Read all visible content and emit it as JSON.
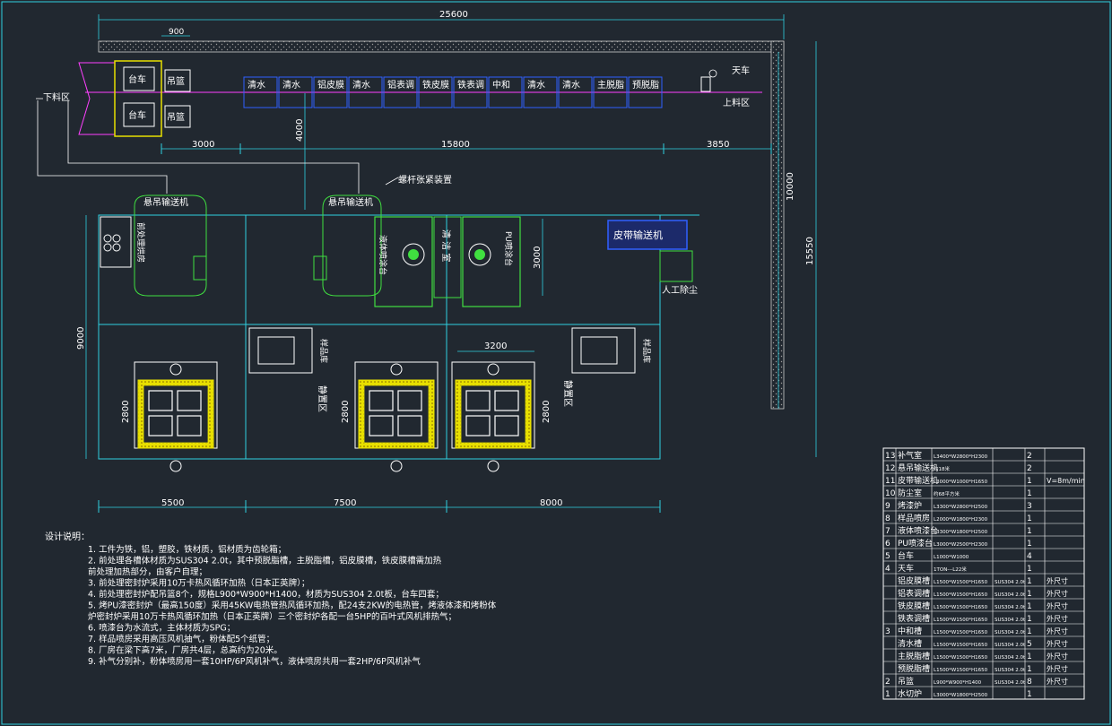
{
  "colors": {
    "background": "#212830",
    "line_cyan": "#30d0e0",
    "line_white": "#ffffff",
    "line_green": "#40e040",
    "line_yellow": "#e8e000",
    "line_magenta": "#ff40ff",
    "line_blue": "#3060ff",
    "hatch_gray": "#888888"
  },
  "dims": {
    "overall_width": "25600",
    "lift_900": "900",
    "d3000": "3000",
    "d15800": "15800",
    "d3850": "3850",
    "d4000": "4000",
    "d10000": "10000",
    "d15550": "15550",
    "d9000": "9000",
    "d3000_v": "3000",
    "d3200": "3200",
    "d2800_a": "2800",
    "d2800_b": "2800",
    "d2800_c": "2800",
    "d5500": "5500",
    "d7500": "7500",
    "d8000": "8000"
  },
  "labels": {
    "lower_area": "下料区",
    "upper_area": "上料区",
    "crane": "天车",
    "cart_top": "台车",
    "cart_bottom": "台车",
    "basket_top": "吊篮",
    "basket_bottom": "吊篮",
    "tank_labels": [
      "清水",
      "清水",
      "铝皮膜",
      "清水",
      "铝表调",
      "铁皮膜",
      "铁表调",
      "中和",
      "清水",
      "清水",
      "主脱脂",
      "预脱脂"
    ],
    "conveyor_left": "悬吊输送机",
    "conveyor_mid": "悬吊输送机",
    "screw_device": "螺杆张紧装置",
    "belt_conveyor": "皮带输送机",
    "manual_dust": "人工除尘",
    "left_oven_label": "前处理烘房",
    "liquid_booth": "液体喷涂台",
    "clean_room": "清 洁 室",
    "powder_booth": "PU喷涂台",
    "static_zone_1": "静置区",
    "static_zone_2": "静置区",
    "sample_room_1": "样品库",
    "sample_room_2": "样品库",
    "callouts": [
      "1",
      "2",
      "3",
      "4",
      "5",
      "6",
      "7",
      "8",
      "9",
      "10",
      "11",
      "12",
      "13"
    ]
  },
  "notes": {
    "title": "设计说明：",
    "items": [
      "1. 工件为铁，铝，塑胶，铁材质，铝材质为齿轮箱；",
      "2. 前处理各槽体材质为SUS304 2.0t，其中预脱脂槽，主脱脂槽，铝皮膜槽，铁皮膜槽需加热",
      "   前处理加热部分，由客户自理；",
      "3. 前处理密封炉采用10万卡热风循环加热（日本正英牌）；",
      "4. 前处理密封炉配吊篮8个，规格L900*W900*H1400，材质为SUS304 2.0t板，台车四套；",
      "5. 烤PU漆密封炉（最高150度）采用45KW电热管热风循环加热，配24支2KW的电热管，烤液体漆和烤粉体",
      "   炉密封炉采用10万卡热风循环加热（日本正英牌）三个密封炉各配一台5HP的百叶式风机排热气；",
      "6. 喷漆台为水流式，主体材质为SPG；",
      "7. 样品喷房采用高压风机抽气，粉体配5个纸管；",
      "8. 厂房在梁下高7米，厂房共4层，总高约为20米。",
      "9. 补气分别补，粉体喷房用一套10HP/6P风机补气，液体喷房共用一套2HP/6P风机补气"
    ]
  },
  "bom": {
    "rows": [
      {
        "no": "13",
        "name": "补气室",
        "spec": "L3400*W2800*H2300",
        "mat": "",
        "qty": "2",
        "note": ""
      },
      {
        "no": "12",
        "name": "悬吊输送机",
        "spec": "约18米",
        "mat": "",
        "qty": "2",
        "note": ""
      },
      {
        "no": "11",
        "name": "皮带输送机",
        "spec": "L3000*W1000*H1650",
        "mat": "",
        "qty": "1",
        "note": "V=8m/min"
      },
      {
        "no": "10",
        "name": "防尘室",
        "spec": "约68平方米",
        "mat": "",
        "qty": "1",
        "note": ""
      },
      {
        "no": "9",
        "name": "烤漆炉",
        "spec": "L3300*W2800*H2500",
        "mat": "",
        "qty": "3",
        "note": ""
      },
      {
        "no": "8",
        "name": "样品喷房",
        "spec": "L2000*W1800*H2300",
        "mat": "",
        "qty": "1",
        "note": ""
      },
      {
        "no": "7",
        "name": "液体喷漆台",
        "spec": "L3300*W1800*H2500",
        "mat": "",
        "qty": "1",
        "note": ""
      },
      {
        "no": "6",
        "name": "PU喷漆台",
        "spec": "L3000*W2500*H2300",
        "mat": "",
        "qty": "1",
        "note": ""
      },
      {
        "no": "5",
        "name": "台车",
        "spec": "L1000*W1000",
        "mat": "",
        "qty": "4",
        "note": ""
      },
      {
        "no": "4",
        "name": "天车",
        "spec": "1TON---L22米",
        "mat": "",
        "qty": "1",
        "note": ""
      },
      {
        "no": "",
        "name": "铝皮膜槽",
        "spec": "L1500*W1500*H1650",
        "mat": "SUS304 2.0t",
        "qty": "1",
        "note": "外尺寸"
      },
      {
        "no": "",
        "name": "铝表调槽",
        "spec": "L1500*W1500*H1650",
        "mat": "SUS304 2.0t",
        "qty": "1",
        "note": "外尺寸"
      },
      {
        "no": "",
        "name": "铁皮膜槽",
        "spec": "L1500*W1500*H1650",
        "mat": "SUS304 2.0t",
        "qty": "1",
        "note": "外尺寸"
      },
      {
        "no": "",
        "name": "铁表调槽",
        "spec": "L1500*W1500*H1650",
        "mat": "SUS304 2.0t",
        "qty": "1",
        "note": "外尺寸"
      },
      {
        "no": "3",
        "name": "中和槽",
        "spec": "L1500*W1500*H1650",
        "mat": "SUS304 2.0t",
        "qty": "1",
        "note": "外尺寸"
      },
      {
        "no": "",
        "name": "清水槽",
        "spec": "L1500*W1500*H1650",
        "mat": "SUS304 2.0t",
        "qty": "5",
        "note": "外尺寸"
      },
      {
        "no": "",
        "name": "主脱脂槽",
        "spec": "L1500*W1500*H1650",
        "mat": "SUS304 2.0t",
        "qty": "1",
        "note": "外尺寸"
      },
      {
        "no": "",
        "name": "预脱脂槽",
        "spec": "L1500*W1500*H1650",
        "mat": "SUS304 2.0t",
        "qty": "1",
        "note": "外尺寸"
      },
      {
        "no": "2",
        "name": "吊篮",
        "spec": "L900*W900*H1400",
        "mat": "SUS304 2.0t",
        "qty": "8",
        "note": "外尺寸"
      },
      {
        "no": "1",
        "name": "水切炉",
        "spec": "L3000*W1800*H2500",
        "mat": "",
        "qty": "1",
        "note": ""
      }
    ]
  }
}
